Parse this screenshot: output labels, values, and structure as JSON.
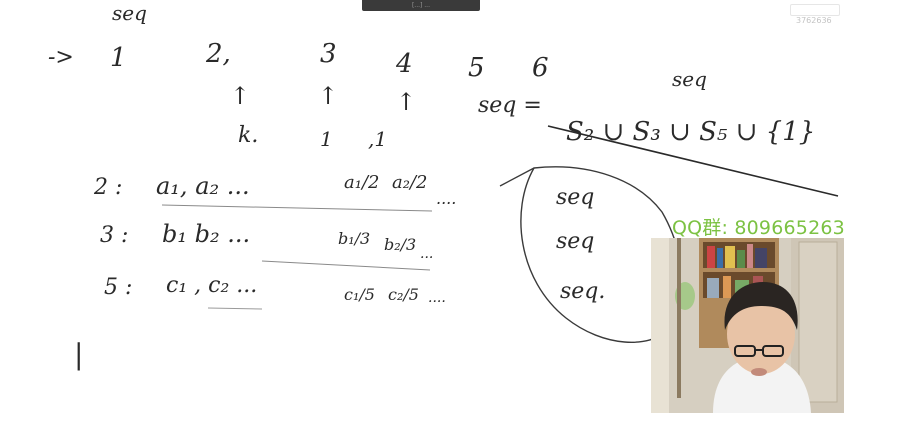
{
  "top_bar": {
    "text": "[...] ..."
  },
  "watermark": "3762636",
  "qq_group": "QQ群: 809665263",
  "board": {
    "heading": "seq",
    "arrow": "->",
    "numbers": [
      "1",
      "2,",
      "3",
      "4",
      "5",
      "6"
    ],
    "markers": [
      "↑",
      "↑",
      "↑"
    ],
    "marker_labels": [
      "k.",
      "1",
      ",1"
    ],
    "seq_label_top": "seq",
    "seq_equation_lhs": "seq =",
    "seq_equation_rhs": "S₂ ∪ S₃ ∪ S₅ ∪ {1}",
    "row_2_label": "2 :",
    "row_2_seq": "a₁, a₂ ...",
    "row_2_frac": [
      "a₁/2",
      "a₂/2",
      "...."
    ],
    "row_3_label": "3 :",
    "row_3_seq": "b₁ b₂ ...",
    "row_3_frac": [
      "b₁/3",
      "b₂/3",
      "..."
    ],
    "row_5_label": "5 :",
    "row_5_seq": "c₁ , c₂ ...",
    "row_5_frac": [
      "c₁/5",
      "c₂/5",
      "...."
    ],
    "circle_items": [
      "seq",
      "seq",
      "seq."
    ],
    "bottom_mark": "|"
  },
  "colors": {
    "ink": "#2a2a2a",
    "qq": "#7cc243"
  },
  "icons": [
    "webcam-feed"
  ]
}
